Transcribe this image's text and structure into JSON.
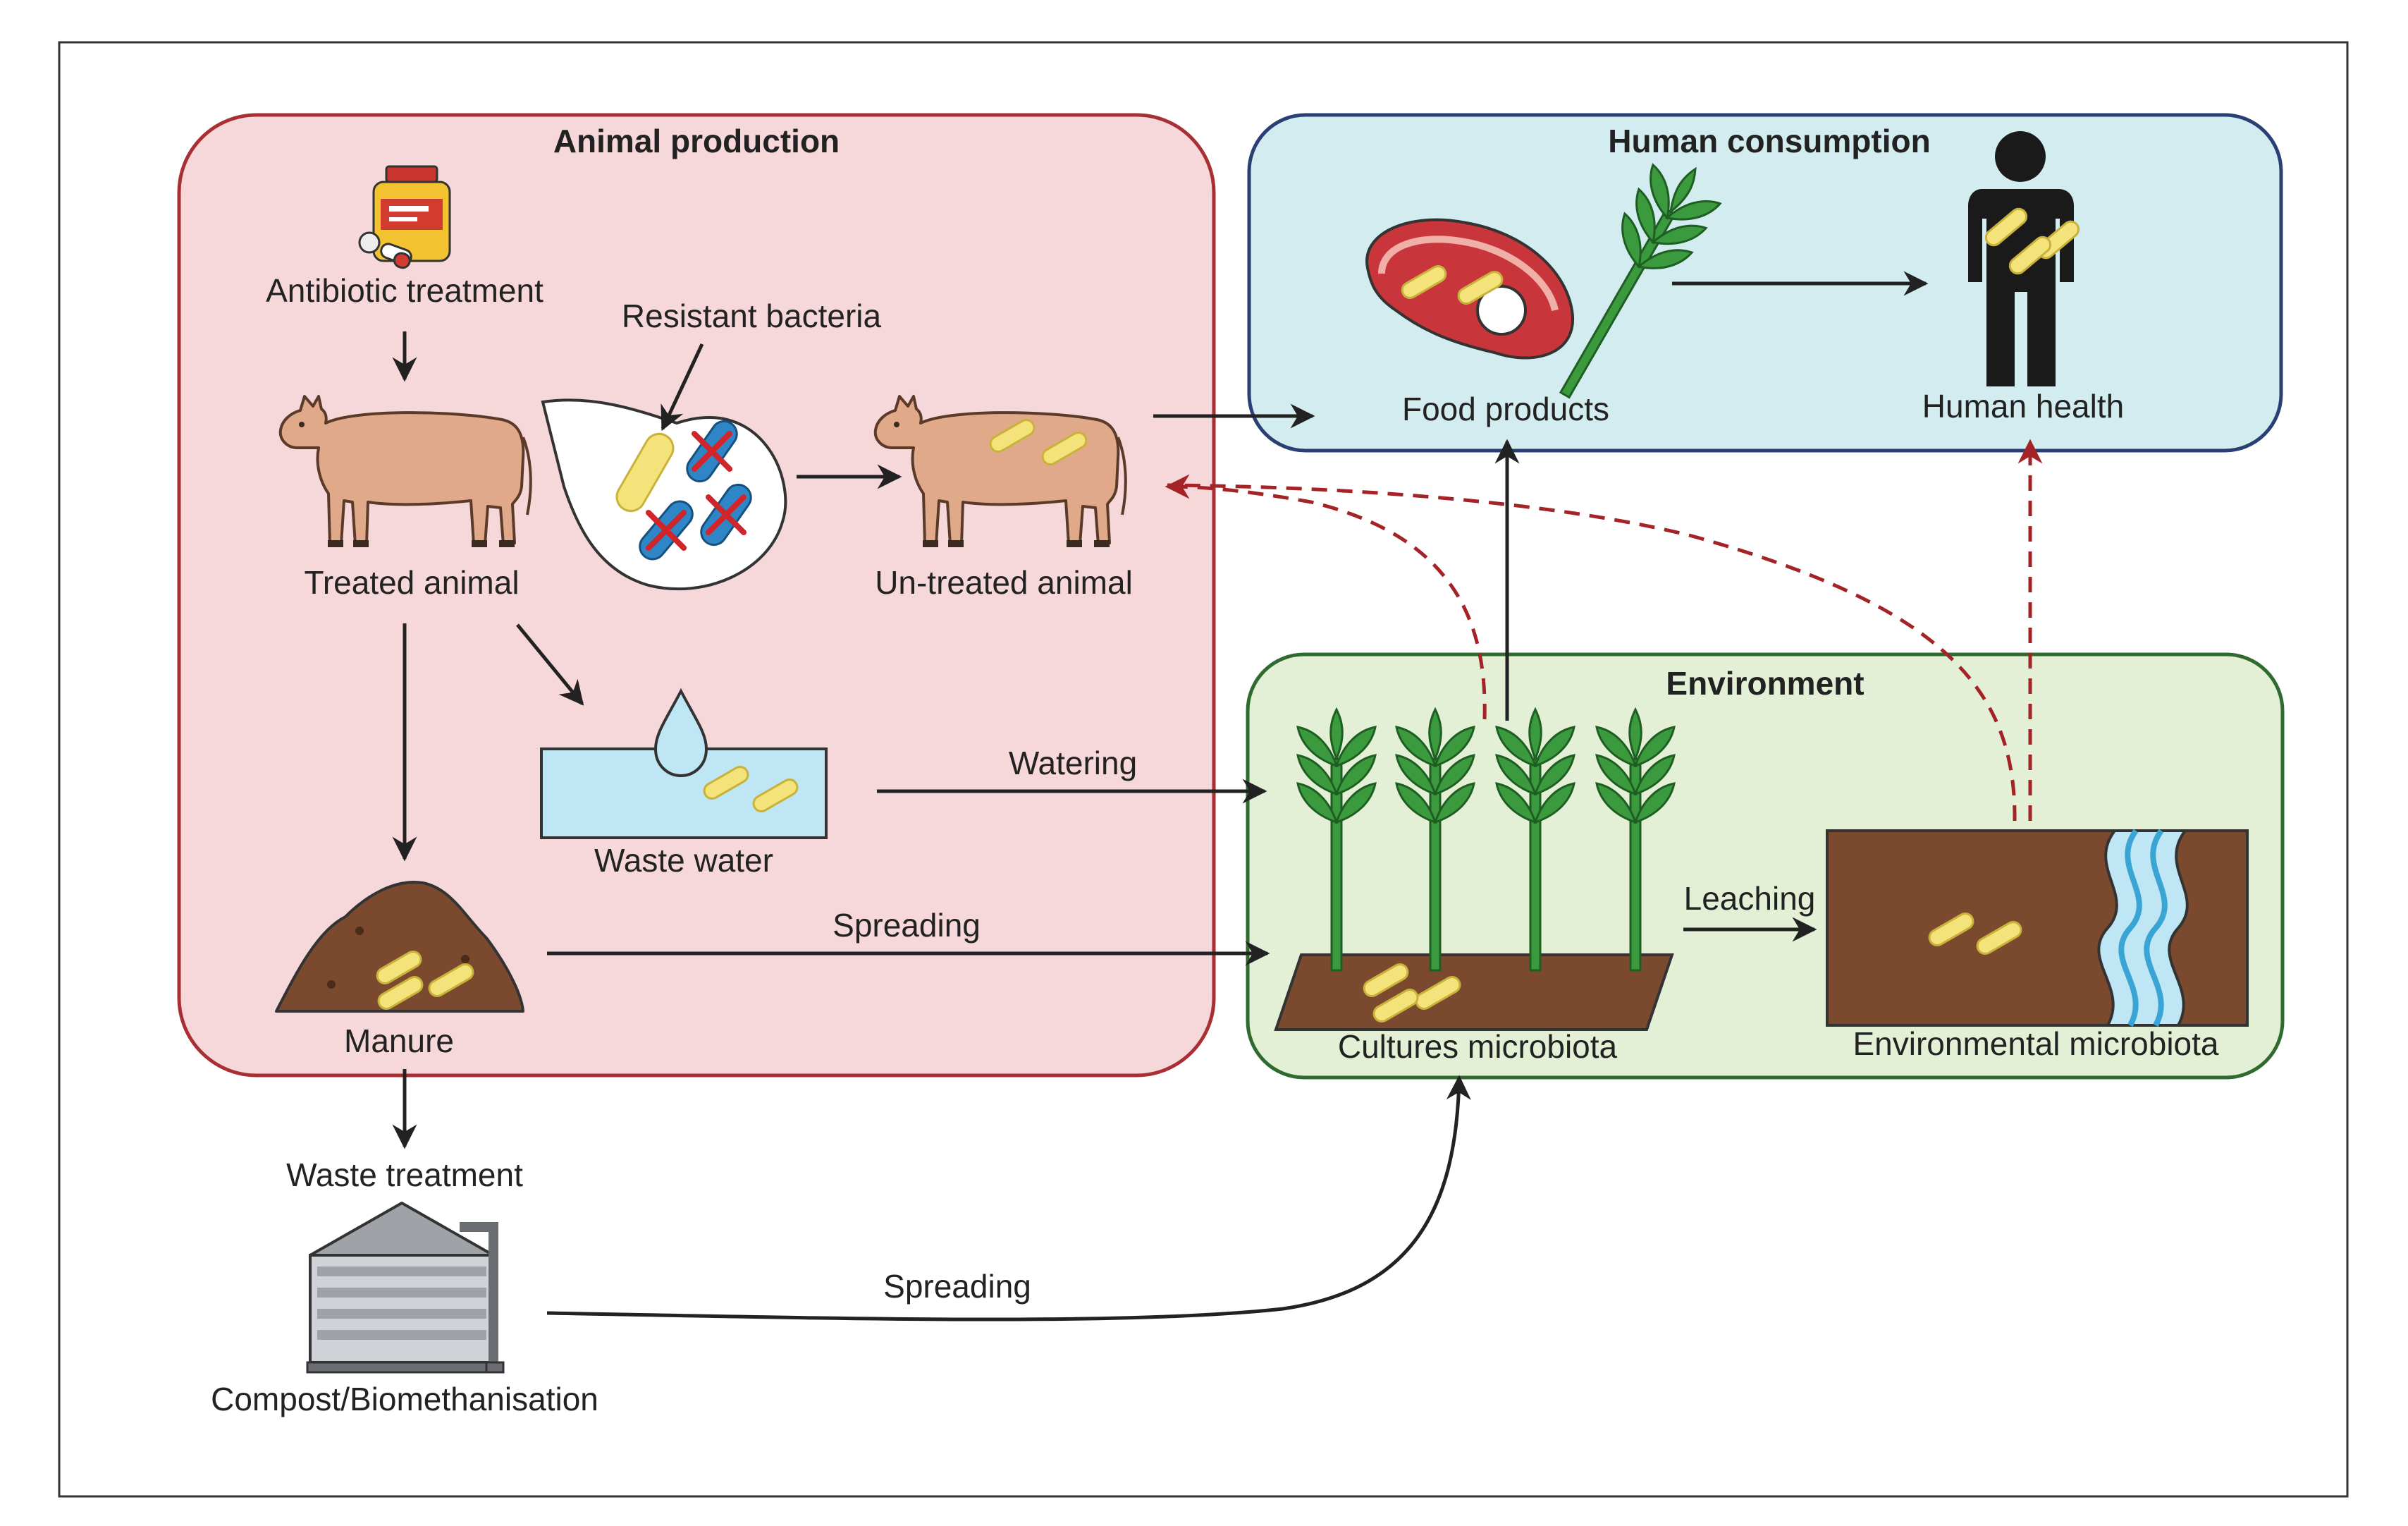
{
  "panels": {
    "animal_production": {
      "title": "Animal production",
      "fill": "#f7d8da",
      "stroke": "#a83034"
    },
    "human_consumption": {
      "title": "Human consumption",
      "fill": "#d3ecef",
      "stroke": "#2a3f73"
    },
    "environment": {
      "title": "Environment",
      "fill": "#e3f0d6",
      "stroke": "#2f6a2f"
    }
  },
  "labels": {
    "antibiotic_treatment": "Antibiotic treatment",
    "resistant_bacteria": "Resistant bacteria",
    "treated_animal": "Treated animal",
    "untreated_animal": "Un-treated animal",
    "waste_water": "Waste water",
    "manure": "Manure",
    "waste_treatment": "Waste treatment",
    "compost": "Compost/Biomethanisation",
    "food_products": "Food products",
    "human_health": "Human health",
    "cultures_microbiota": "Cultures microbiota",
    "environmental_microbiota": "Environmental microbiota"
  },
  "edges": {
    "watering": "Watering",
    "spreading_manure": "Spreading",
    "leaching": "Leaching",
    "spreading_compost": "Spreading"
  },
  "colors": {
    "arrow": "#222222",
    "dashed_arrow": "#a32326",
    "cow": "#e0a98a",
    "bacteria": "#f4e27a",
    "resistant_bacteria": "#2f86c6",
    "cross": "#d0262b",
    "soil": "#7b4a2e",
    "plant": "#3b9a3e",
    "water": "#bfe6f4",
    "meat": "#c8353a",
    "human": "#1a1a1a"
  }
}
